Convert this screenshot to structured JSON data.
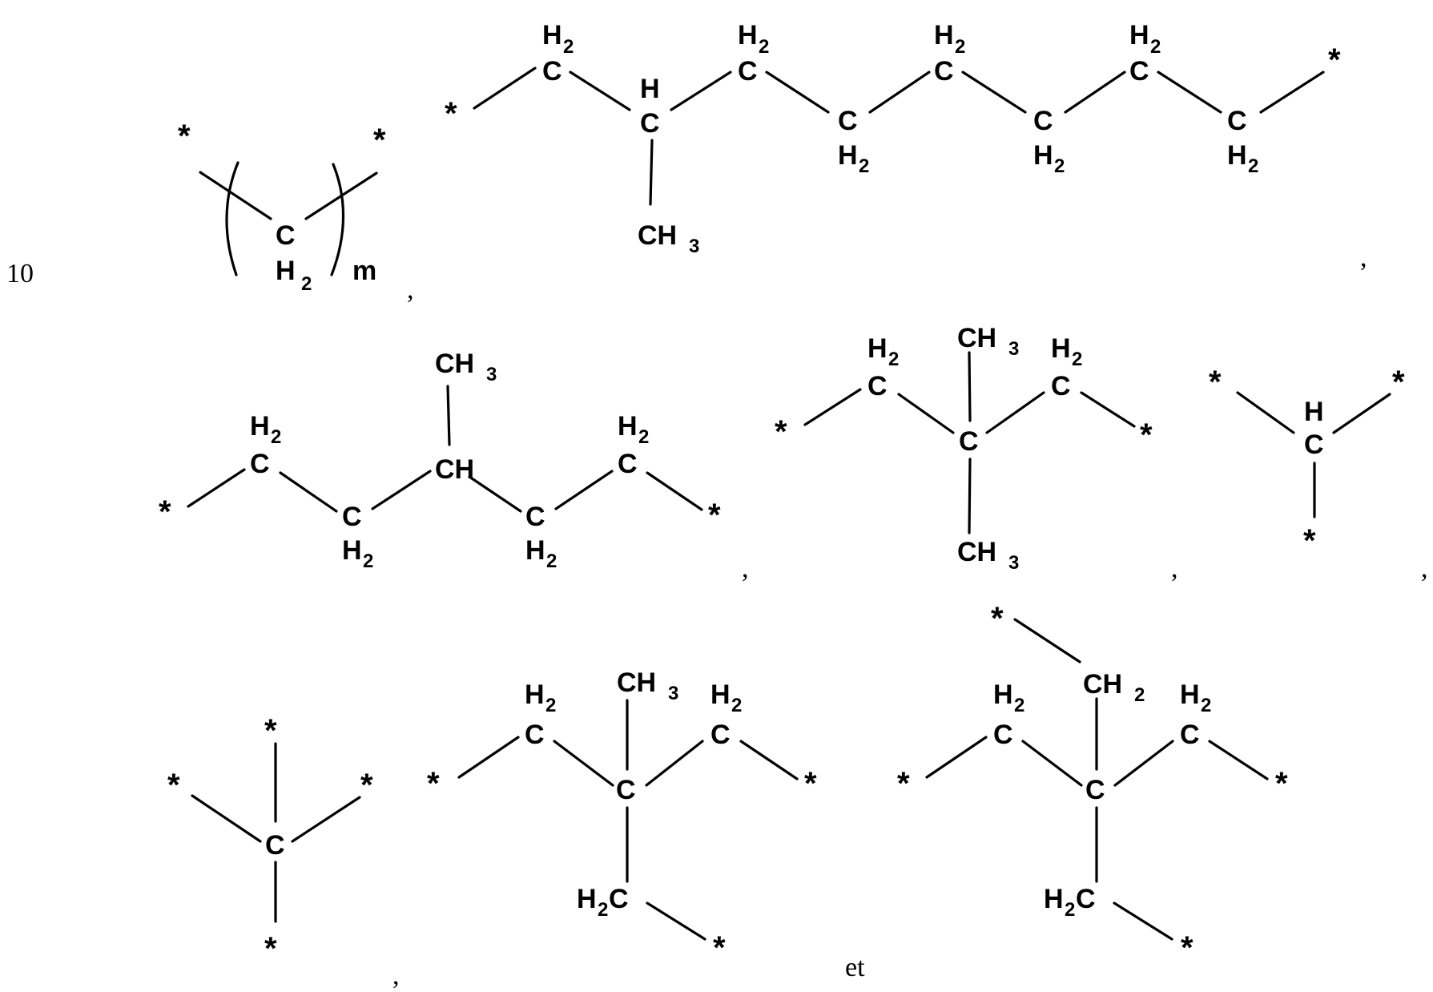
{
  "figure": {
    "line_number": "10",
    "conjunction": "et",
    "separator": ","
  },
  "labels": {
    "star": "*",
    "C": "C",
    "H": "H",
    "CH": "CH",
    "H2": "H",
    "sub2": "2",
    "sub3": "3",
    "CH3": "CH",
    "CH2": "CH",
    "H2C_H": "H",
    "H2C_C": "C",
    "m": "m"
  },
  "structures": [
    {
      "id": "s1",
      "description": "polymethylene repeat unit *-(CH2)m-*"
    },
    {
      "id": "s2",
      "description": "*-CH2-CH(CH3)-CH2-CH2-CH2-CH2-CH2-CH2-*"
    },
    {
      "id": "s3",
      "description": "*-CH2-CH2-CH(CH3)-CH2-CH2-*"
    },
    {
      "id": "s4",
      "description": "*-CH2-C(CH3)2-CH2-*"
    },
    {
      "id": "s5",
      "description": "trivalent CH with three * bonds"
    },
    {
      "id": "s6",
      "description": "tetravalent C with four * bonds"
    },
    {
      "id": "s7",
      "description": "*-CH2-C(CH3)(CH2-*)-CH2-*"
    },
    {
      "id": "s8",
      "description": "*-CH2-C(CH2-*)(CH2-*)-CH2-*"
    }
  ]
}
